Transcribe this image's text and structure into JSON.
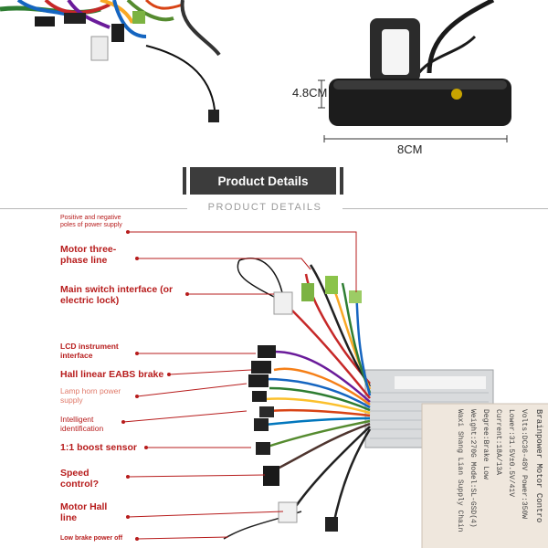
{
  "top": {
    "dim_height": "4.8CM",
    "dim_width": "8CM"
  },
  "header": {
    "title": "Product Details",
    "subtitle": "PRODUCT DETAILS"
  },
  "labels": [
    "Positive and negative poles of power supply",
    "Motor three-phase line",
    "Main switch interface (or electric lock)",
    "LCD instrument interface",
    "Hall linear EABS brake",
    "Lamp horn power supply",
    "Intelligent identification",
    "1:1 boost sensor",
    "Speed control?",
    "Motor Hall line",
    "Low brake power off"
  ],
  "nameplate": {
    "line1": "Brainpower Motor Contro",
    "line2": "Volts:DC36-48V Power:350W",
    "line3": "Lower:31.5V±0.5V/41V",
    "line4": "Current:18A/13A",
    "line5": "Degree:Brake Low",
    "line6": "Weight:270G Model:SL-GSD(4)",
    "line7": "Waxi Shang Lian Supply Chain"
  },
  "colors": {
    "label_red": "#b71c1c",
    "header_dark": "#3c3c3c"
  }
}
